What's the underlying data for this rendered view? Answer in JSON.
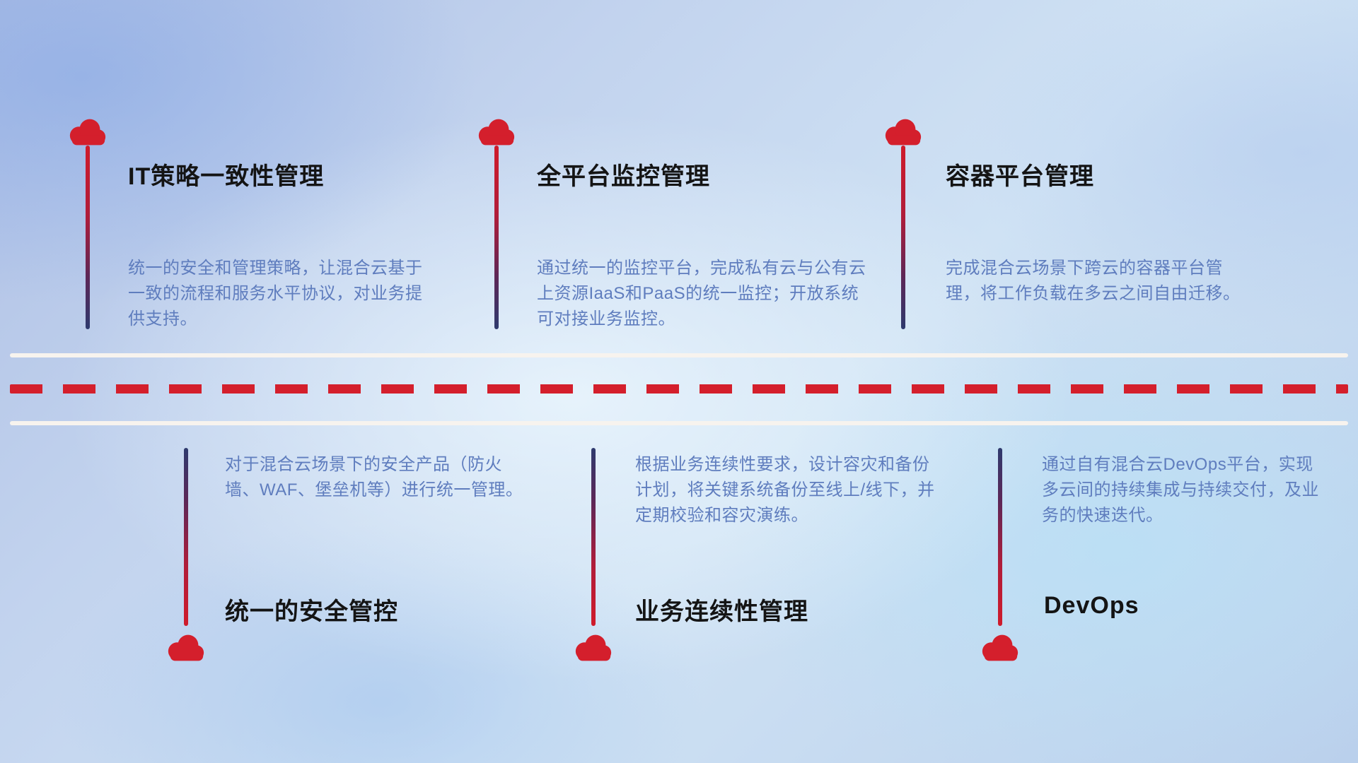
{
  "diagram": {
    "name": "hybrid-cloud-management-capabilities",
    "icons": {
      "marker": "cloud-icon"
    },
    "colors": {
      "accent_red": "#d41f2c",
      "navy": "#2e3a6e",
      "title_color": "#141414",
      "desc_color": "#5f7dbe",
      "line_white": "#f7f3ee"
    }
  },
  "top_items": [
    {
      "title": "IT策略一致性管理",
      "description": "统一的安全和管理策略，让混合云基于一致的流程和服务水平协议，对业务提供支持。"
    },
    {
      "title": "全平台监控管理",
      "description": "通过统一的监控平台，完成私有云与公有云上资源IaaS和PaaS的统一监控；开放系统可对接业务监控。"
    },
    {
      "title": "容器平台管理",
      "description": "完成混合云场景下跨云的容器平台管理，将工作负载在多云之间自由迁移。"
    }
  ],
  "bottom_items": [
    {
      "title": "统一的安全管控",
      "description": "对于混合云场景下的安全产品（防火墙、WAF、堡垒机等）进行统一管理。"
    },
    {
      "title": "业务连续性管理",
      "description": "根据业务连续性要求，设计容灾和备份计划，将关键系统备份至线上/线下，并定期校验和容灾演练。"
    },
    {
      "title": "DevOps",
      "description": "通过自有混合云DevOps平台，实现多云间的持续集成与持续交付，及业务的快速迭代。"
    }
  ]
}
